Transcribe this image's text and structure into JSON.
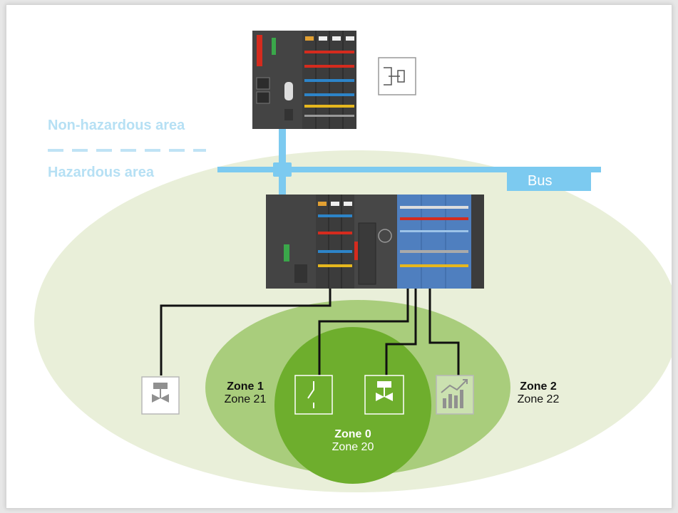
{
  "labels": {
    "non_hazardous": "Non-hazardous area",
    "hazardous": "Hazardous area",
    "bus": "Bus"
  },
  "zones": [
    {
      "key": "zone2",
      "title": "Zone 2",
      "sub": "Zone 22"
    },
    {
      "key": "zone1",
      "title": "Zone 1",
      "sub": "Zone 21"
    },
    {
      "key": "zone0",
      "title": "Zone 0",
      "sub": "Zone 20"
    }
  ],
  "field_devices": [
    "valve",
    "switch",
    "valve",
    "measurement-chart"
  ],
  "colors": {
    "bus": "#7ccaf0",
    "area_label": "#b6e0f4",
    "zone2": "#e9efd9",
    "zone1": "#a9cd7c",
    "zone0": "#6eae2d",
    "module_dark": "#424242",
    "module_blue": "#4f7fbf",
    "cable": "#111111"
  }
}
